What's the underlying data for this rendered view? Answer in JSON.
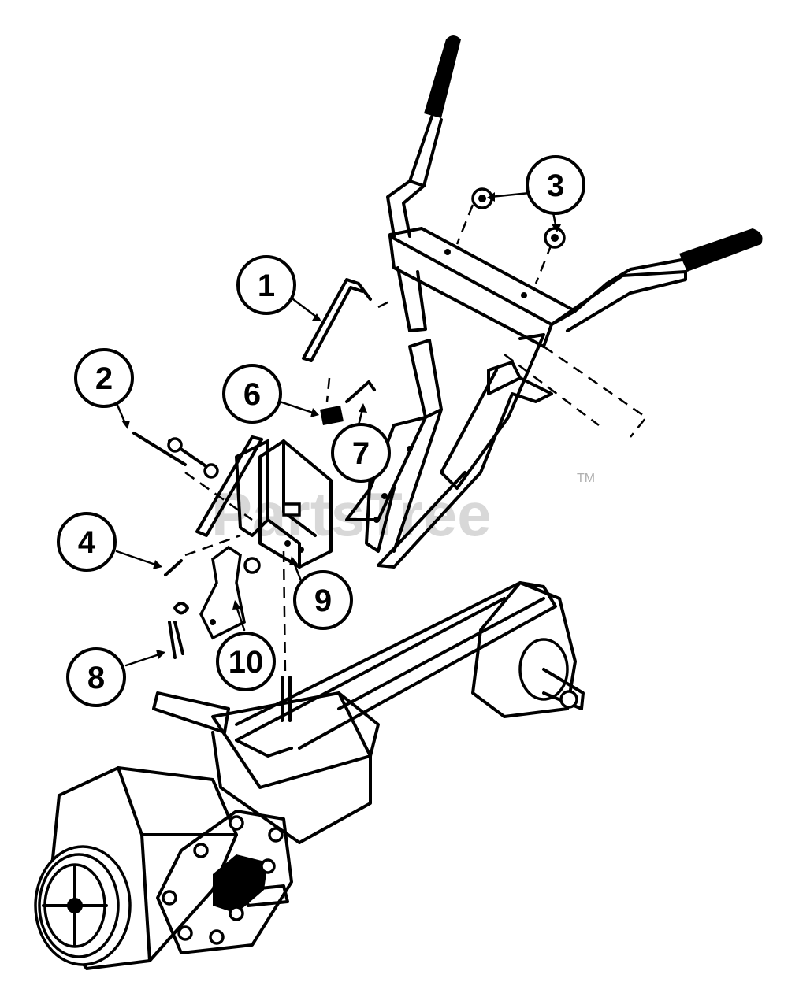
{
  "watermark": {
    "text": "PartsTree",
    "trademark": "TM"
  },
  "callouts": [
    {
      "id": "1",
      "label": "1"
    },
    {
      "id": "2",
      "label": "2"
    },
    {
      "id": "3",
      "label": "3"
    },
    {
      "id": "4",
      "label": "4"
    },
    {
      "id": "6",
      "label": "6"
    },
    {
      "id": "7",
      "label": "7"
    },
    {
      "id": "8",
      "label": "8"
    },
    {
      "id": "9",
      "label": "9"
    },
    {
      "id": "10",
      "label": "10"
    }
  ]
}
